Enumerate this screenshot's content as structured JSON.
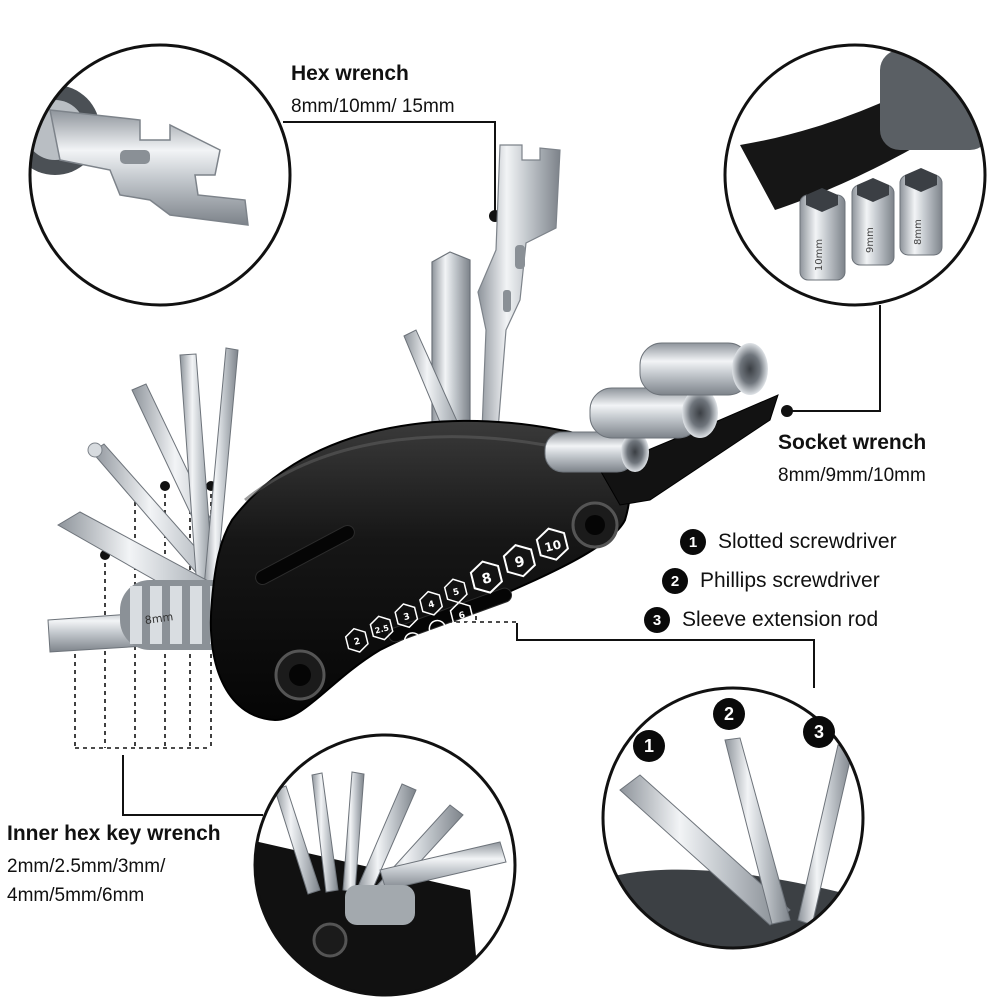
{
  "hex_wrench": {
    "title": "Hex wrench",
    "spec": "8mm/10mm/ 15mm"
  },
  "socket_wrench": {
    "title": "Socket wrench",
    "spec": "8mm/9mm/10mm"
  },
  "inner_hex": {
    "title": "Inner hex key wrench",
    "spec_line1": "2mm/2.5mm/3mm/",
    "spec_line2": "4mm/5mm/6mm"
  },
  "screwdrivers": [
    {
      "number": "1",
      "label": "Slotted screwdriver"
    },
    {
      "number": "2",
      "label": "Phillips screwdriver"
    },
    {
      "number": "3",
      "label": "Sleeve extension rod"
    }
  ],
  "body_markings": {
    "small": [
      "2",
      "2.5",
      "3",
      "4",
      "5"
    ],
    "signs": [
      "+",
      "−",
      "6"
    ],
    "large": [
      "8",
      "9",
      "10"
    ],
    "hex_key_stamp": "8mm"
  },
  "socket_stamps": [
    "10mm",
    "9mm",
    "8mm"
  ],
  "colors": {
    "tool_body": "#141414",
    "steel": "#c9cdd2",
    "badge": "#0a0a0a",
    "leader_line": "#111111"
  }
}
